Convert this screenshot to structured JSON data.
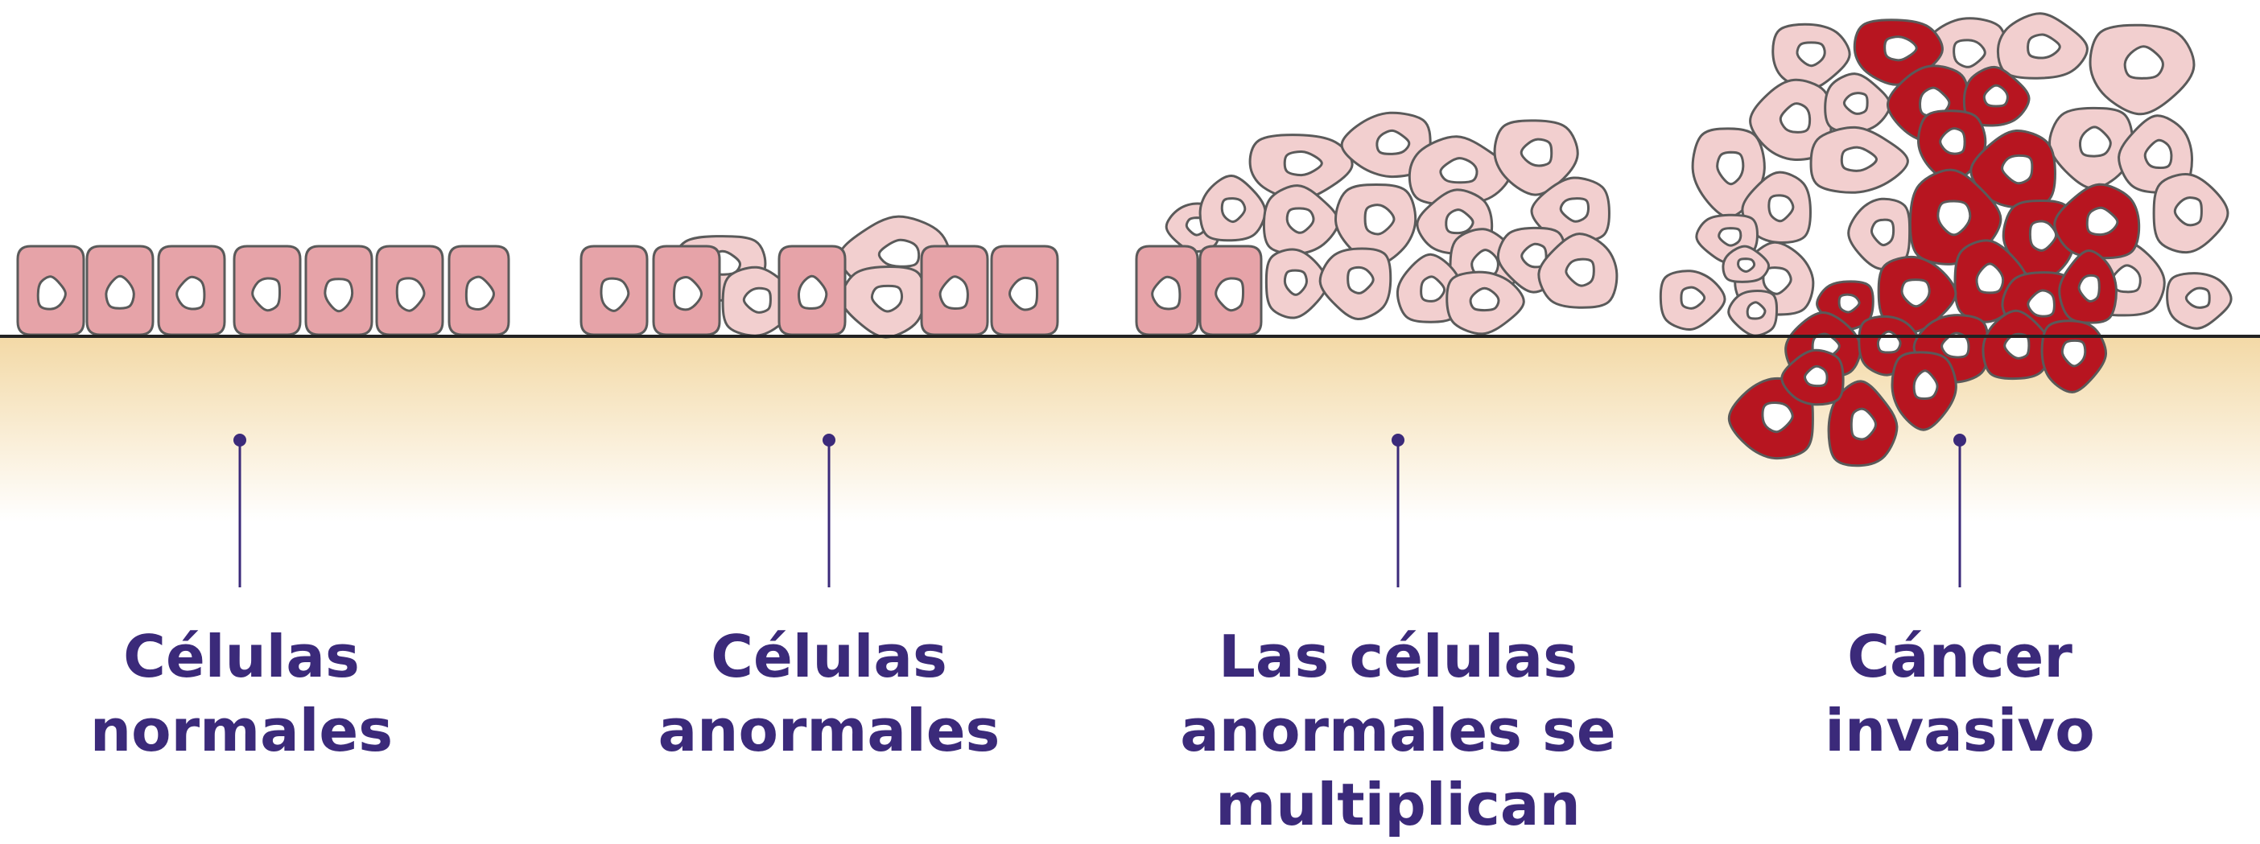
{
  "colors": {
    "label_text": "#3b2a7a",
    "connector_line": "#3b2a7a",
    "baseline": "#222222",
    "tissue_top": "#f3d9a6",
    "tissue_bottom": "#ffffff",
    "cell_normal": "#e6a3a8",
    "cell_abnormal": "#f2cfcf",
    "cell_cancer": "#b71520",
    "cell_outline": "#5a5a5a",
    "nucleus": "#ffffff"
  },
  "stages": [
    {
      "id": "normal",
      "label": "Células\nnormales"
    },
    {
      "id": "abnormal",
      "label": "Células\nanormales"
    },
    {
      "id": "multiplying",
      "label": "Las células\nanormales se\nmultiplican"
    },
    {
      "id": "invasive",
      "label": "Cáncer\ninvasivo"
    }
  ]
}
